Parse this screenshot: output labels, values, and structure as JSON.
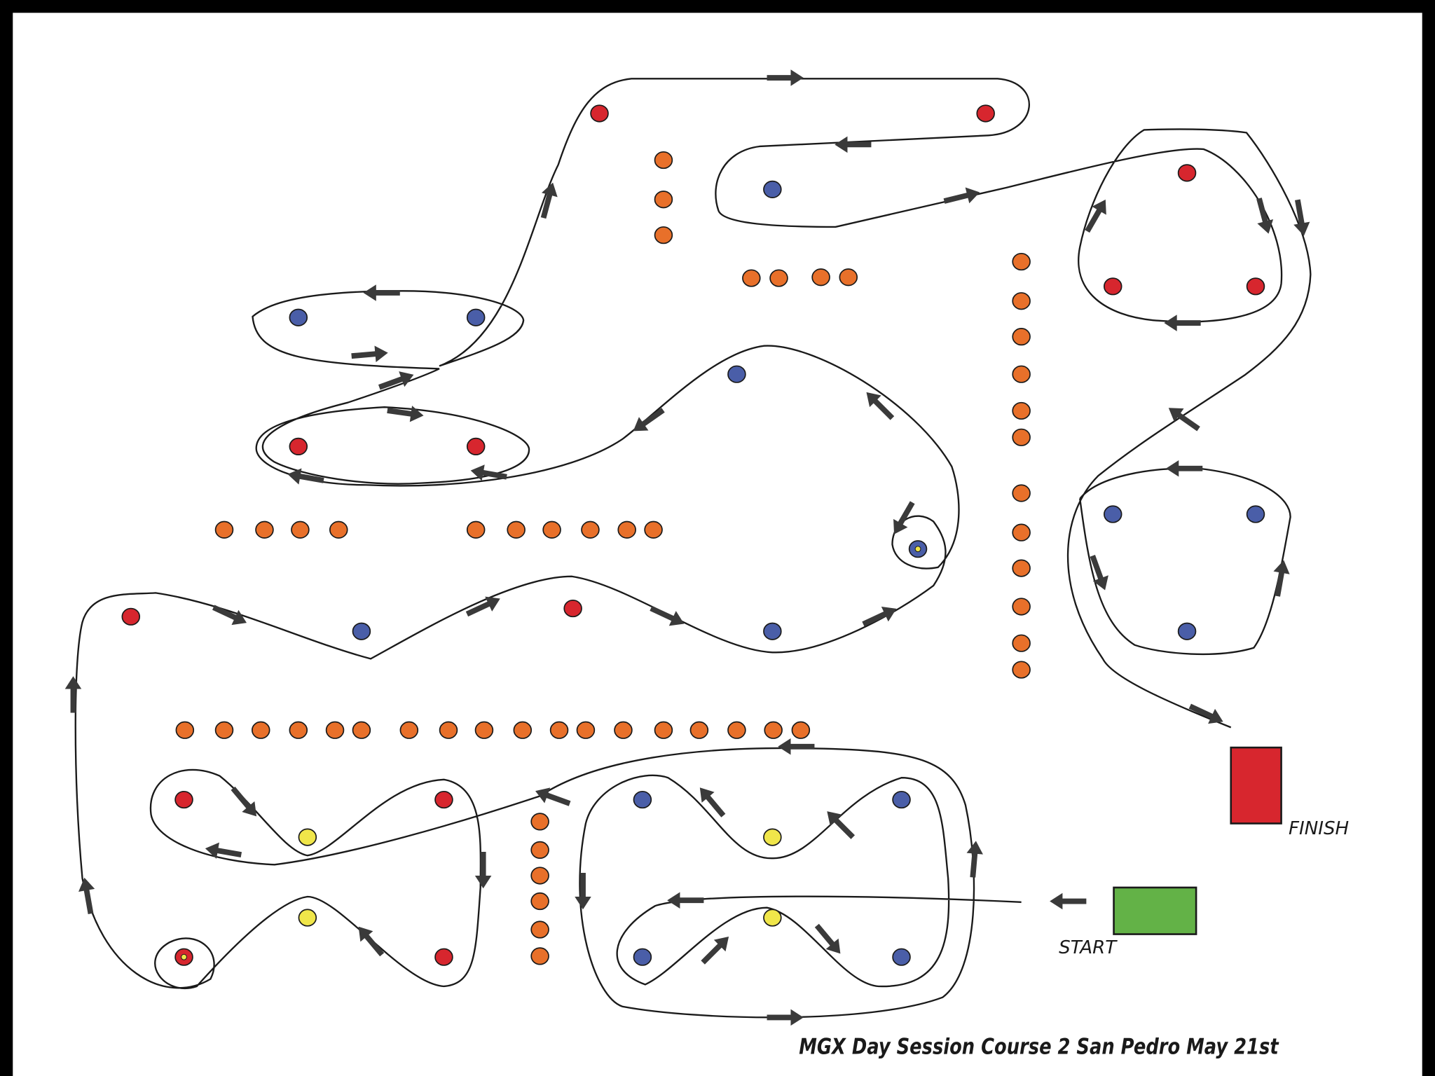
{
  "title": "MGX Day Session Course 2 San Pedro May 21st",
  "start_label": "START",
  "finish_label": "FINISH",
  "colors": {
    "red_cone": "#d7262e",
    "blue_cone": "#4a5ea8",
    "orange_cone": "#e8702a",
    "yellow_cone": "#f0e64a",
    "start_box": "#63b247",
    "finish_box": "#d7262e",
    "arrow": "#3a3a3a"
  }
}
